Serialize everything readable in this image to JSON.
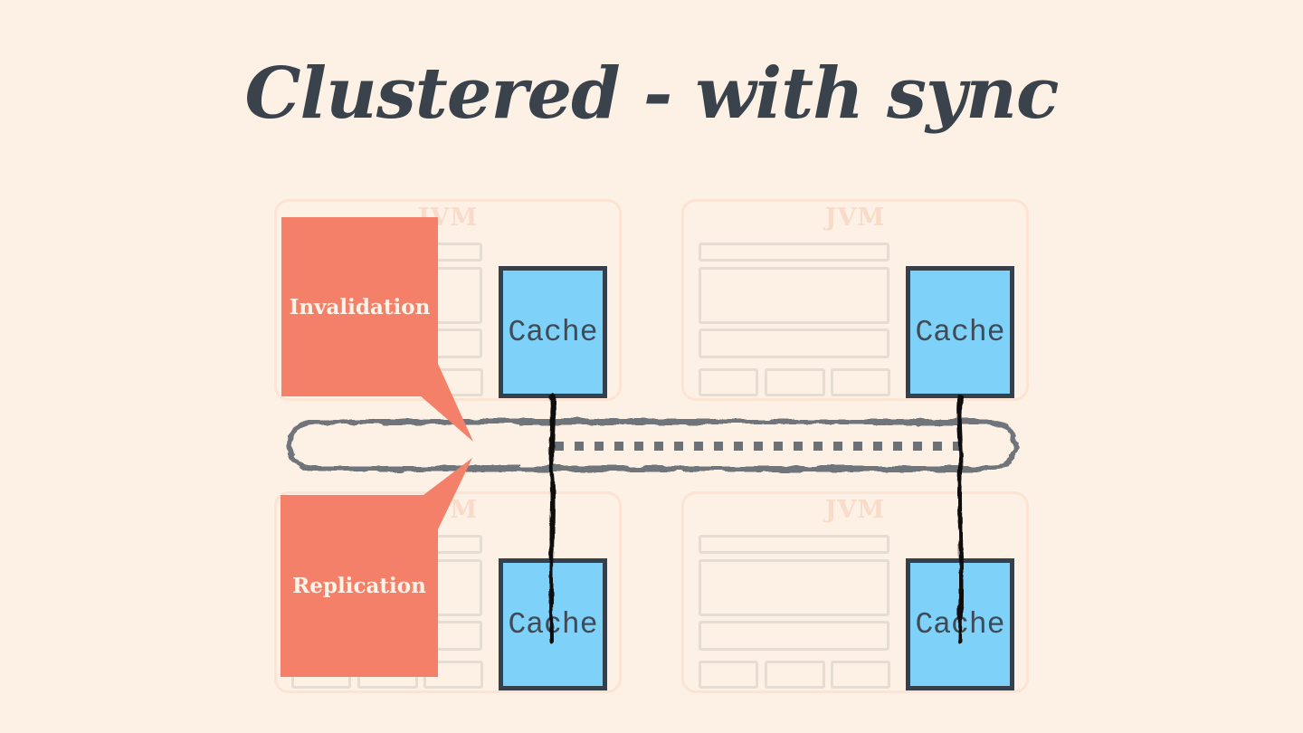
{
  "slide": {
    "title": "Clustered - with sync",
    "background_color": "#fdf1e5",
    "title_color": "#3a434c"
  },
  "jvm": {
    "label": "JVM",
    "cache_label": "Cache",
    "border_color": "#fce3d4",
    "label_color": "#f8dbc8",
    "wireframe_color": "#e5dcd2",
    "cache_fill_color": "#7ed1f8",
    "cache_border_color": "#36404a",
    "cache_text_color": "#3f4b57"
  },
  "callouts": {
    "invalidation": {
      "label": "Invalidation"
    },
    "replication": {
      "label": "Replication"
    },
    "fill_color": "#f5806a",
    "text_color": "#fdf4ea"
  },
  "network": {
    "pipe_border_color": "#6f757b",
    "sync_dots_color": "#6b7176",
    "connector_color": "#101010"
  }
}
